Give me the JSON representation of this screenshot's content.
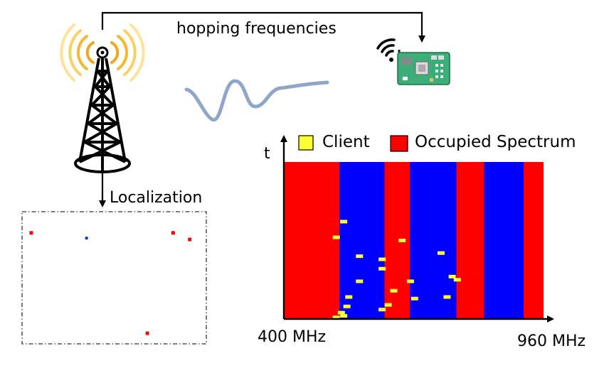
{
  "diagram": {
    "link_label": "hopping frequencies",
    "localization_label": "Localization",
    "icons": [
      "radio-tower-icon",
      "wifi-signal-icon",
      "iot-board-icon",
      "waveform-icon"
    ]
  },
  "chart_data": {
    "type": "heatmap",
    "title": "",
    "ylabel": "t",
    "x_tick_labels": [
      "400 MHz",
      "960 MHz"
    ],
    "xlim": [
      400,
      960
    ],
    "legend": [
      {
        "name": "Client",
        "color": "#ffff33"
      },
      {
        "name": "Occupied Spectrum",
        "color": "#ff0000"
      }
    ],
    "colors": {
      "free": "#0000ff",
      "occupied": "#ff0000",
      "client": "#ffff33"
    },
    "occupied_bands_mhz": [
      [
        400,
        520
      ],
      [
        617,
        672
      ],
      [
        772,
        832
      ],
      [
        917,
        960
      ]
    ],
    "client_hops_mhz_t": [
      [
        513,
        0.01
      ],
      [
        529,
        0.02
      ],
      [
        536,
        0.08
      ],
      [
        612,
        0.06
      ],
      [
        625,
        0.09
      ],
      [
        524,
        0.04
      ],
      [
        540,
        0.14
      ],
      [
        637,
        0.18
      ],
      [
        682,
        0.13
      ],
      [
        673,
        0.24
      ],
      [
        563,
        0.24
      ],
      [
        563,
        0.4
      ],
      [
        612,
        0.38
      ],
      [
        739,
        0.42
      ],
      [
        752,
        0.14
      ],
      [
        529,
        0.62
      ],
      [
        763,
        0.27
      ],
      [
        774,
        0.25
      ],
      [
        513,
        0.52
      ],
      [
        655,
        0.5
      ],
      [
        612,
        0.32
      ]
    ]
  },
  "localization_map": {
    "anchors": [
      [
        0.05,
        0.84
      ],
      [
        0.82,
        0.84
      ],
      [
        0.91,
        0.79
      ],
      [
        0.68,
        0.08
      ]
    ],
    "target": [
      0.35,
      0.8
    ]
  }
}
